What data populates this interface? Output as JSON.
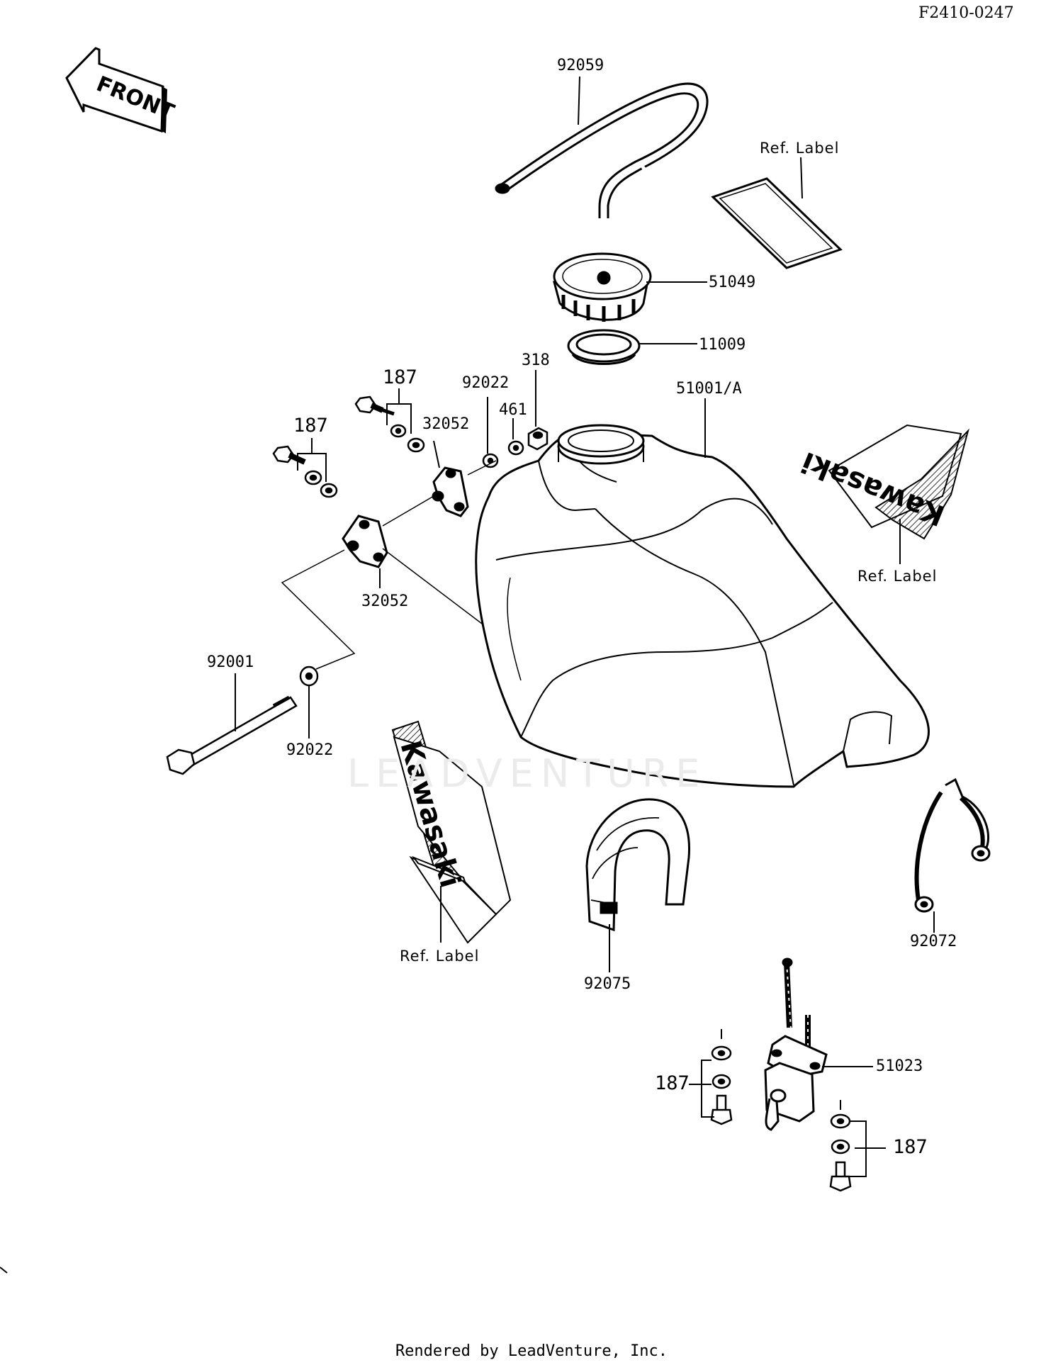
{
  "figure_code": "F2410-0247",
  "footer": "Rendered by LeadVenture, Inc.",
  "watermark": "LEADVENTURE",
  "front_arrow_text": "FRONT",
  "decal_text": "Kawasaki",
  "labels": {
    "fuel_hose": "92059",
    "ref_label_top": "Ref. Label",
    "fuel_cap": "51049",
    "cap_gasket": "11009",
    "nut_318": "318",
    "washer_top": "92022",
    "collar_461": "461",
    "fastener_187_upper": "187",
    "bracket_upper": "32052",
    "fastener_187_left": "187",
    "fuel_tank": "51001/A",
    "ref_label_right": "Ref. Label",
    "bracket_lower": "32052",
    "bolt": "92001",
    "washer_bottom": "92022",
    "ref_label_left": "Ref. Label",
    "damper": "92075",
    "band": "92072",
    "fuel_cock": "51023",
    "fastener_187_cock_left": "187",
    "fastener_187_cock_right": "187"
  }
}
